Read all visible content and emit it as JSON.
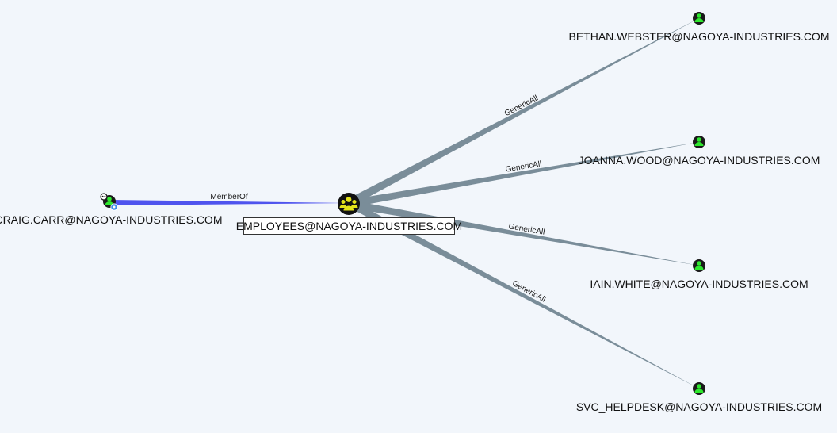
{
  "colors": {
    "background": "#f2f6fb",
    "edge_generic": "#7a8d99",
    "edge_memberof": "#4f54ee",
    "user_node_fill": "#1a1a1a",
    "user_person": "#2ee82e",
    "group_node_fill": "#111111",
    "group_person": "#e3e31a",
    "owned_badge": "#3c8fe6",
    "label_text": "#111111"
  },
  "nodes": [
    {
      "id": "craig",
      "type": "user",
      "icon": "user-icon",
      "badges": [
        "skull-icon",
        "target-icon"
      ],
      "label": "CRAIG.CARR@NAGOYA-INDUSTRIES.COM"
    },
    {
      "id": "employees",
      "type": "group",
      "icon": "group-icon",
      "label": "EMPLOYEES@NAGOYA-INDUSTRIES.COM",
      "highlighted": true
    },
    {
      "id": "bethan",
      "type": "user",
      "icon": "user-icon",
      "label": "BETHAN.WEBSTER@NAGOYA-INDUSTRIES.COM"
    },
    {
      "id": "joanna",
      "type": "user",
      "icon": "user-icon",
      "label": "JOANNA.WOOD@NAGOYA-INDUSTRIES.COM"
    },
    {
      "id": "iain",
      "type": "user",
      "icon": "user-icon",
      "label": "IAIN.WHITE@NAGOYA-INDUSTRIES.COM"
    },
    {
      "id": "svc",
      "type": "user",
      "icon": "user-icon",
      "label": "SVC_HELPDESK@NAGOYA-INDUSTRIES.COM"
    }
  ],
  "edges": [
    {
      "from": "craig",
      "to": "employees",
      "label": "MemberOf"
    },
    {
      "from": "employees",
      "to": "bethan",
      "label": "GenericAll"
    },
    {
      "from": "employees",
      "to": "joanna",
      "label": "GenericAll"
    },
    {
      "from": "employees",
      "to": "iain",
      "label": "GenericAll"
    },
    {
      "from": "employees",
      "to": "svc",
      "label": "GenericAll"
    }
  ]
}
